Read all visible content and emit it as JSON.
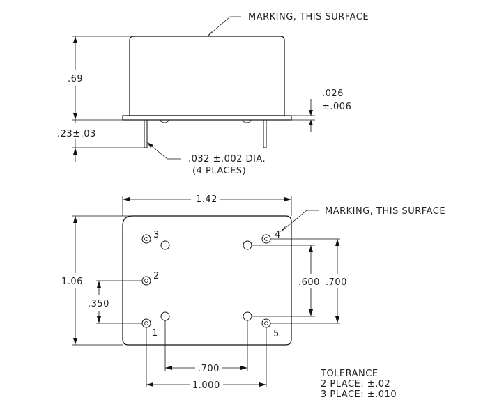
{
  "side_view": {
    "marking_note": "MARKING, THIS SURFACE",
    "height_dim": ".69",
    "flange_dim_value": ".026",
    "flange_dim_tol": "±.006",
    "standoff_dim": ".23±.03",
    "pin_dia_line1": ".032 ±.002 DIA.",
    "pin_dia_line2": "(4 PLACES)"
  },
  "top_view": {
    "width_dim": "1.42",
    "marking_note": "MARKING, THIS SURFACE",
    "height_dim": "1.06",
    "pin_spacing_350": ".350",
    "pin_spacing_600": ".600",
    "pin_spacing_700_vertical": ".700",
    "pin_spacing_700_horizontal": ".700",
    "pin_spacing_1000": "1.000",
    "pin_labels": [
      "1",
      "2",
      "3",
      "4",
      "5"
    ]
  },
  "tolerance": {
    "title": "TOLERANCE",
    "line1": "2 PLACE: ±.02",
    "line2": "3 PLACE: ±.010"
  }
}
